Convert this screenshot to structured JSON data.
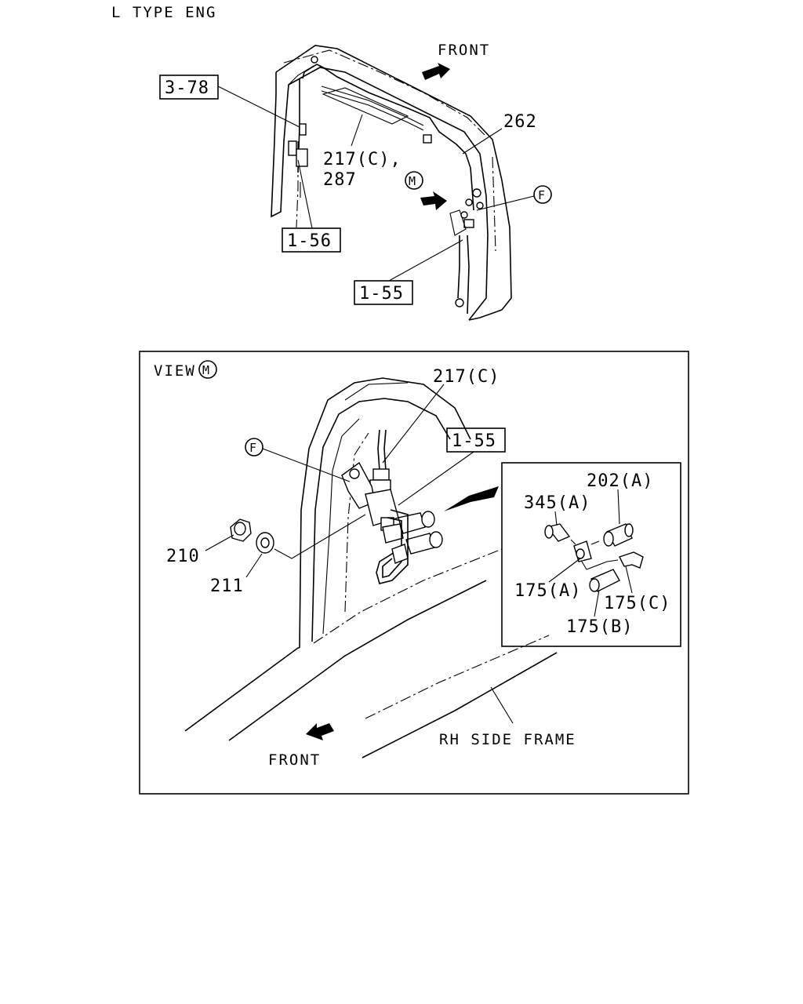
{
  "header": {
    "engine_type": "L TYPE ENG"
  },
  "top_view": {
    "front_label": "FRONT",
    "ref_3_78": "3-78",
    "ref_1_56": "1-56",
    "ref_1_55": "1-55",
    "part_262": "262",
    "part_217c": "217(C),",
    "part_287": "287",
    "view_marker": "M",
    "detail_marker": "F"
  },
  "detail_view": {
    "view_label": "VIEW",
    "view_marker": "M",
    "part_217c": "217(C)",
    "ref_1_55": "1-55",
    "detail_marker": "F",
    "part_210": "210",
    "part_211": "211",
    "front_label": "FRONT",
    "frame_label": "RH SIDE FRAME",
    "inset": {
      "part_202a": "202(A)",
      "part_345a": "345(A)",
      "part_175a": "175(A)",
      "part_175b": "175(B)",
      "part_175c": "175(C)"
    }
  }
}
